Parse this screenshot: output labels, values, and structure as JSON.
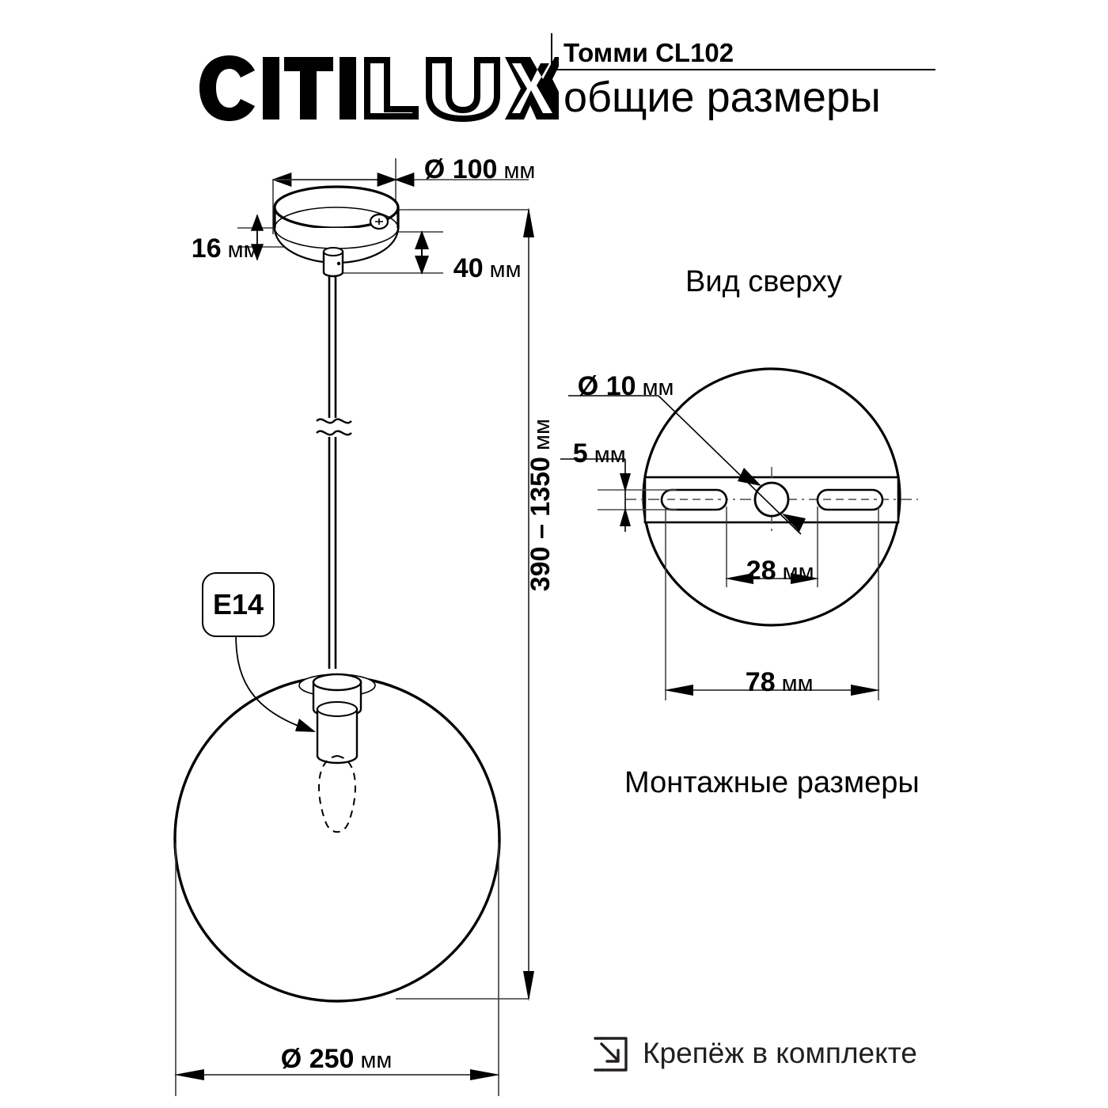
{
  "document": {
    "brand": "CITILUX",
    "model_line": "Томми CL102",
    "subtitle": "общие размеры"
  },
  "main_view": {
    "canopy_diameter": {
      "symbol": "Ø",
      "value": "100",
      "unit": "мм"
    },
    "canopy_thickness": {
      "value": "16",
      "unit": "мм"
    },
    "canopy_height": {
      "value": "40",
      "unit": "мм"
    },
    "total_height": {
      "value": "390 – 1350",
      "unit": "мм"
    },
    "shade_diameter": {
      "symbol": "Ø",
      "value": "250",
      "unit": "мм"
    },
    "socket_callout": "E14"
  },
  "top_view": {
    "title": "Вид сверху",
    "hole_diameter": {
      "symbol": "Ø",
      "value": "10",
      "unit": "мм"
    },
    "slot_width": {
      "value": "5",
      "unit": "мм"
    },
    "slot_to_center": {
      "value": "28",
      "unit": "мм"
    },
    "bracket_span": {
      "value": "78",
      "unit": "мм"
    },
    "caption": "Монтажные размеры"
  },
  "footer_note": {
    "icon": "inbox-arrow-icon",
    "text": "Крепёж в комплекте"
  },
  "colors": {
    "ink": "#000000",
    "thin_line": "#3a3a3a",
    "paper": "#ffffff"
  }
}
